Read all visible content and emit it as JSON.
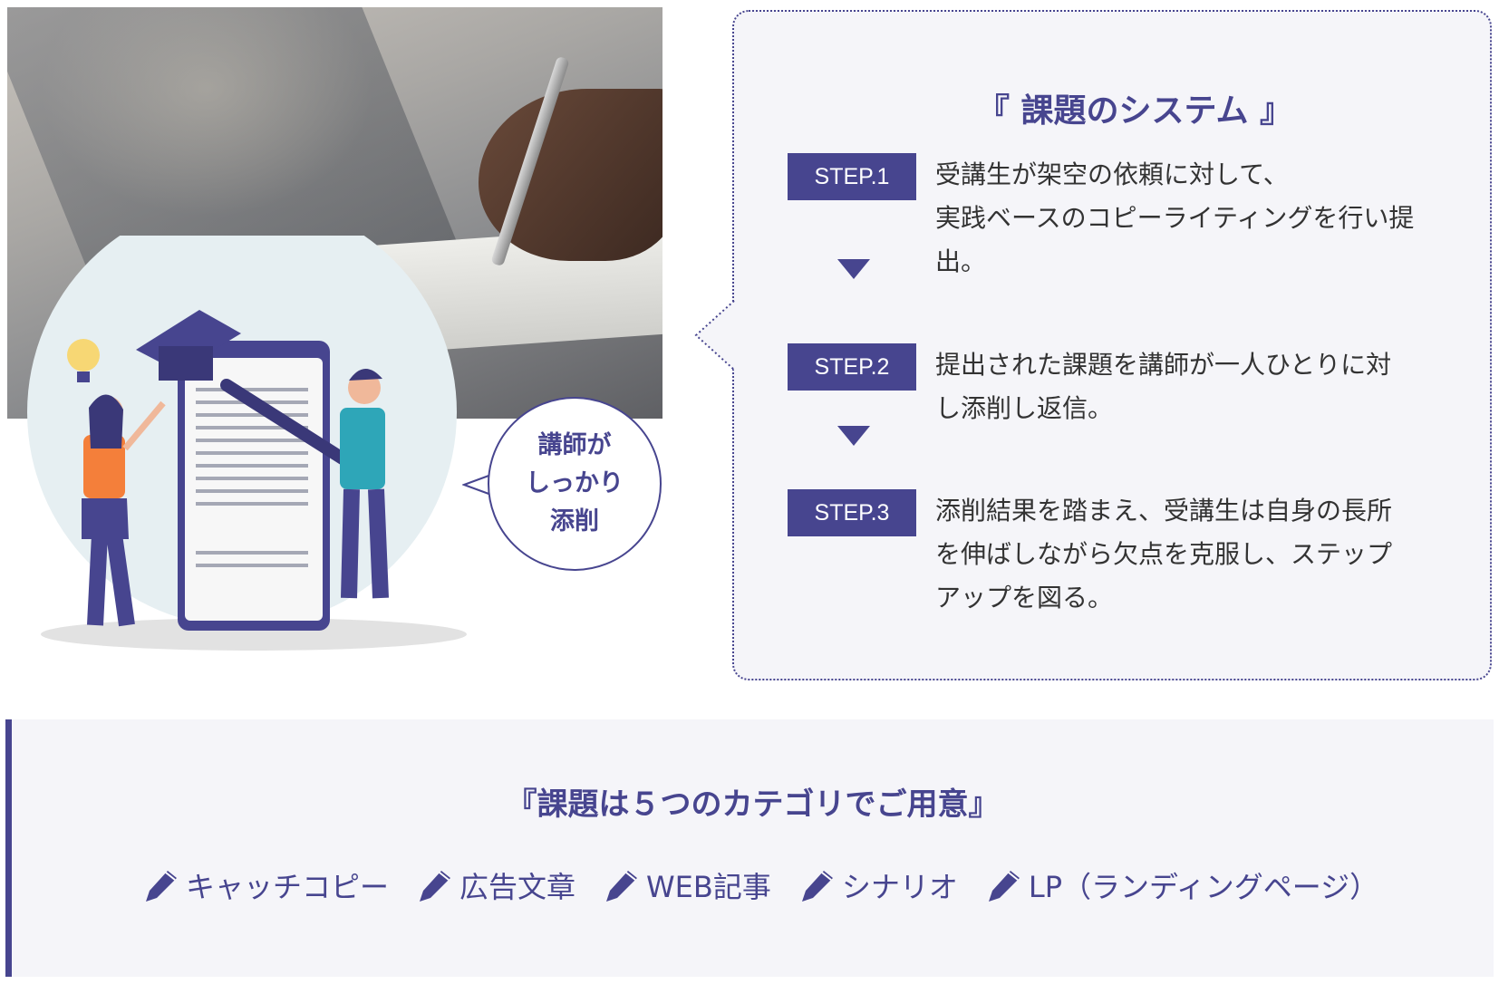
{
  "bubble": {
    "lines": [
      "講師が",
      "しっかり",
      "添削"
    ]
  },
  "panel": {
    "title": "『 課題のシステム 』",
    "steps": [
      {
        "label": "STEP.1",
        "lines": [
          "受講生が架空の依頼に対して、",
          "実践ベースのコピーライティングを行い提",
          "出。"
        ]
      },
      {
        "label": "STEP.2",
        "lines": [
          "提出された課題を講師が一人ひとりに対",
          "し添削し返信。"
        ]
      },
      {
        "label": "STEP.3",
        "lines": [
          "添削結果を踏まえ、受講生は自身の長所",
          "を伸ばしながら欠点を克服し、ステップ",
          "アップを図る。"
        ]
      }
    ]
  },
  "categories": {
    "title": "『課題は５つのカテゴリでご用意』",
    "items": [
      "キャッチコピー",
      "広告文章",
      "WEB記事",
      "シナリオ",
      "LP（ランディングページ）"
    ]
  },
  "colors": {
    "accent": "#47458f",
    "panel_bg": "#f5f5f9"
  }
}
